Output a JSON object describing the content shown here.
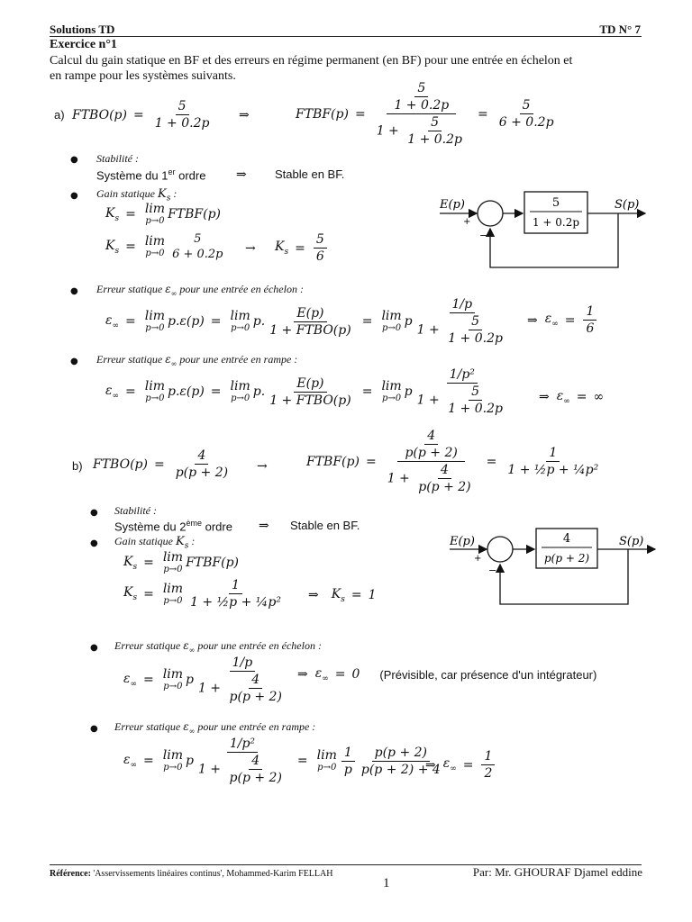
{
  "header": {
    "left": "Solutions TD",
    "right": "TD N° 7"
  },
  "exercise": {
    "title": "Exercice n°1",
    "statement_line1": "Calcul du gain statique en BF et des erreurs en régime permanent (en BF) pour une entrée en échelon et",
    "statement_line2": "en rampe pour les systèmes suivants."
  },
  "part_a": {
    "label": "a)",
    "stability_title": "Stabilité :",
    "stability_text": "Système du 1",
    "stability_sup": "er",
    "stability_text2": " ordre",
    "stability_result": "Stable en BF.",
    "gain_title": "Gain statique ",
    "gain_result": "5/6",
    "step_title": "Erreur statique ",
    "step_title_end": " pour une entrée en échelon :",
    "step_result": "1/6",
    "ramp_title": "Erreur statique ",
    "ramp_title_end": " pour une entrée en rampe :",
    "ramp_result": "∞",
    "block": {
      "input": "E(p)",
      "output": "S(p)",
      "plus": "+",
      "minus": "−",
      "num": "5",
      "den": "1 + 0.2p"
    }
  },
  "part_b": {
    "label": "b)",
    "stability_title": "Stabilité :",
    "stability_text": "Système du 2",
    "stability_sup": "ème",
    "stability_text2": " ordre",
    "stability_result": "Stable en BF.",
    "gain_title": "Gain statique ",
    "gain_result": "1",
    "step_title": "Erreur statique ",
    "step_title_end": " pour une entrée en échelon :",
    "step_result": "0",
    "step_note": "(Prévisible, car présence d'un intégrateur)",
    "ramp_title": "Erreur statique ",
    "ramp_title_end": " pour une entrée en rampe :",
    "ramp_result": "1/2",
    "block": {
      "input": "E(p)",
      "output": "S(p)",
      "plus": "+",
      "minus": "−",
      "num": "4",
      "den": "p(p + 2)"
    }
  },
  "footer": {
    "ref_label": "Référence:",
    "ref_text": " 'Asservissements linéaires continus', Mohammed-Karim FELLAH",
    "author": "Par: Mr. GHOURAF Djamel eddine",
    "page": "1"
  },
  "colors": {
    "text": "#111111",
    "rule": "#222222"
  }
}
